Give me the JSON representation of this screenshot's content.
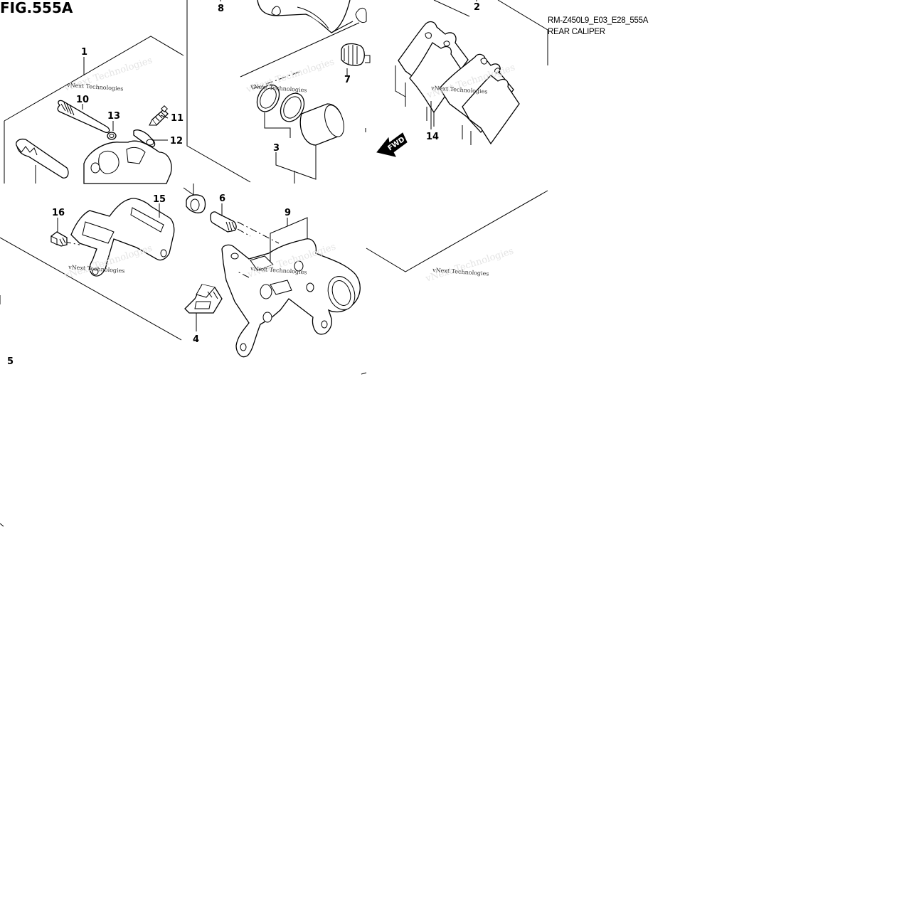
{
  "figure": {
    "title": "FIG.555A",
    "code": "RM-Z450L9_E03_E28_555A",
    "name": "REAR CALIPER"
  },
  "direction_label": "FWD",
  "watermark": "vNext Technologies",
  "callouts": {
    "c1": "1",
    "c2": "2",
    "c3": "3",
    "c4": "4",
    "c5": "5",
    "c6": "6",
    "c7": "7",
    "c8": "8",
    "c9": "9",
    "c10": "10",
    "c11": "11",
    "c12": "12",
    "c13": "13",
    "c14": "14",
    "c15": "15",
    "c16": "16"
  }
}
